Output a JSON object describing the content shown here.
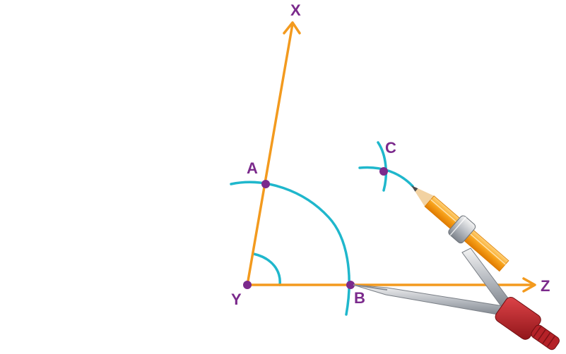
{
  "labels": {
    "x": "X",
    "y": "Y",
    "z": "Z",
    "a": "A",
    "b": "B",
    "c": "C"
  },
  "colors": {
    "ray": "#f39a1e",
    "arc": "#1fb7cc",
    "point": "#7b2a8c",
    "label": "#7b2a8c",
    "pencil_body": "#f7a11a",
    "compass_cap": "#c0272d"
  },
  "icons": [
    "compass-icon",
    "pencil-icon"
  ]
}
